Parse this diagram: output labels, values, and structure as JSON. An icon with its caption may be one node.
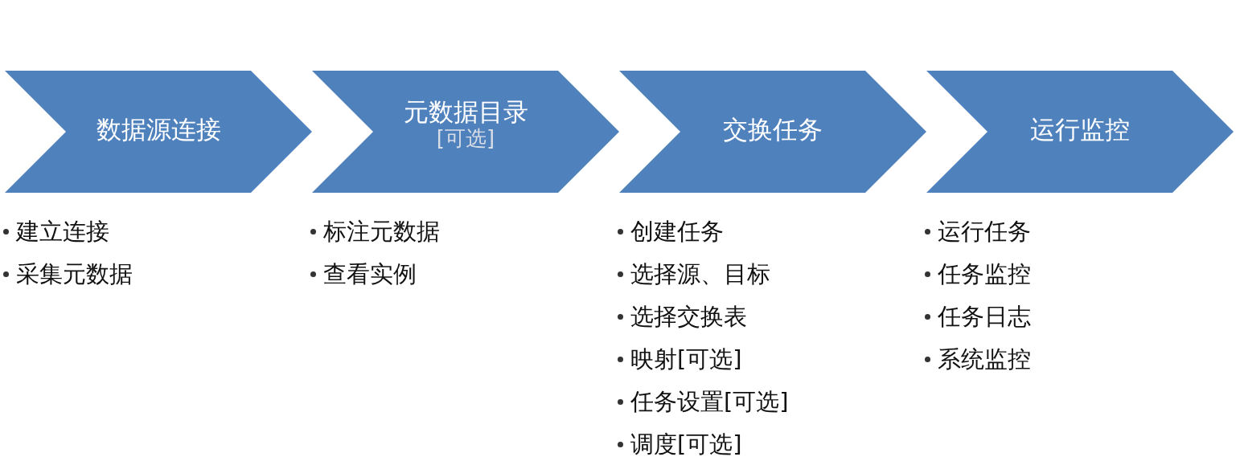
{
  "diagram": {
    "nodes": [
      {
        "text": [
          "数据源连接"
        ],
        "beside": [
          "建立连接",
          "采集元数据"
        ]
      },
      {
        "text": [
          "元数据目录",
          "[可选]"
        ],
        "beside": [
          "标注元数据",
          "查看实例"
        ]
      },
      {
        "text": [
          "交换任务"
        ],
        "beside": [
          "创建任务",
          "选择源、目标",
          "选择交换表",
          "映射[可选]",
          "任务设置[可选]",
          "调度[可选]"
        ]
      },
      {
        "text": [
          "运行监控"
        ],
        "beside": [
          "运行任务",
          "任务监控",
          "任务日志",
          "系统监控"
        ]
      }
    ]
  }
}
